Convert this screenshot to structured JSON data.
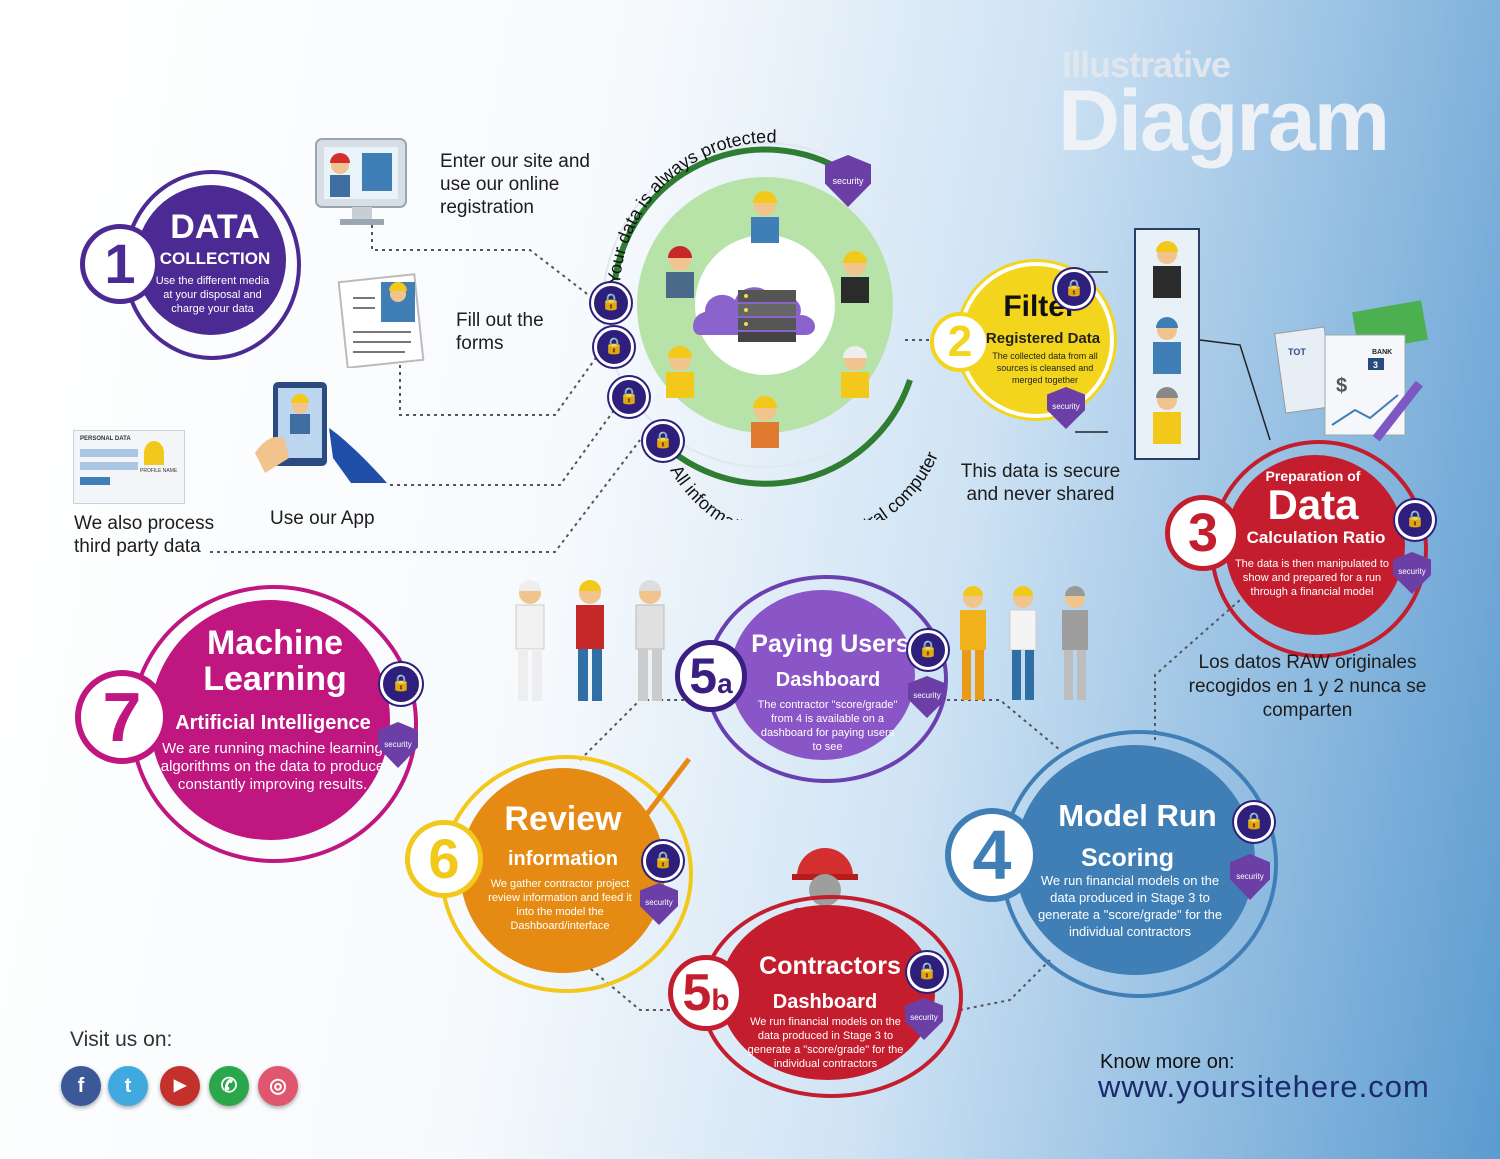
{
  "title": {
    "line1": "Illustrative",
    "line2": "Diagram"
  },
  "colors": {
    "purple": "#4b2a93",
    "yellow": "#f2d51c",
    "red": "#c41e2e",
    "blue": "#3f7fb6",
    "magenta": "#c01680",
    "orange": "#e58a13",
    "violet": "#8a55c7",
    "green": "#2e7d32",
    "lock": "#2f1f7c"
  },
  "intake": {
    "online": "Enter our site and use our online registration",
    "forms": "Fill out the forms",
    "app": "Use our App",
    "third_party": "We also process third party data",
    "personal_card_title": "PERSONAL DATA",
    "profile_label": "PROFILE NAME"
  },
  "central": {
    "arc_top": "Your data is always protected",
    "arc_bottom": "All information goes to a central computer",
    "shield_label": "security"
  },
  "stage1": {
    "number": "1",
    "title": "DATA",
    "subtitle": "COLLECTION",
    "desc": "Use the different media at your disposal and charge your data"
  },
  "stage2": {
    "number": "2",
    "title": "Filter",
    "subtitle": "Registered Data",
    "desc": "The collected data from all sources is cleansed and merged together",
    "note": "This data is secure and never shared"
  },
  "stage3": {
    "number": "3",
    "pre": "Preparation of",
    "title": "Data",
    "subtitle": "Calculation Ratio",
    "desc": "The data is then manipulated to show and prepared for a run through a financial model",
    "note": "Los datos RAW originales recogidos en 1 y 2 nunca se comparten"
  },
  "stage4": {
    "number": "4",
    "title": "Model Run",
    "subtitle": "Scoring",
    "desc": "We run financial models on the data produced in Stage 3 to generate a \"score/grade\" for the individual contractors"
  },
  "stage5a": {
    "number": "5",
    "letter": "a",
    "title": "Paying Users",
    "subtitle": "Dashboard",
    "desc": "The contractor \"score/grade\" from 4 is available on a dashboard for paying users to see"
  },
  "stage5b": {
    "number": "5",
    "letter": "b",
    "title": "Contractors",
    "subtitle": "Dashboard",
    "desc": "We run financial models on the data produced in Stage 3 to generate a \"score/grade\" for the individual contractors"
  },
  "stage6": {
    "number": "6",
    "title": "Review",
    "subtitle": "information",
    "desc": "We gather contractor project review information and feed it into the model the Dashboard/interface"
  },
  "stage7": {
    "number": "7",
    "title": "Machine Learning",
    "subtitle": "Artificial Intelligence",
    "desc": "We are running machine learning algorithms on the data to produce constantly improving results."
  },
  "docs": {
    "doc_label": "TOT",
    "bank_label": "BANK",
    "bank_number": "3"
  },
  "social": {
    "label": "Visit us on:",
    "icons": [
      "f",
      "t",
      "▶",
      "✆",
      "◎"
    ]
  },
  "footer": {
    "label": "Know more on:",
    "url": "www.yoursitehere.com"
  }
}
